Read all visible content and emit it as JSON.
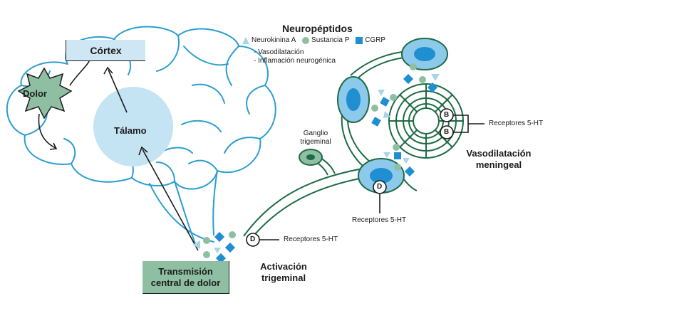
{
  "title": "Neuropéptidos",
  "legend": {
    "items": [
      {
        "label": "Neurokinina A",
        "icon": "triangle-icon",
        "color": "#a8d4e8"
      },
      {
        "label": "Sustancia P",
        "icon": "circle-icon",
        "color": "#8fbfa3"
      },
      {
        "label": "CGRP",
        "icon": "square-icon",
        "color": "#1f8fd1"
      }
    ],
    "effects": [
      "- Vasodilatación",
      "- Inflamación neurogénica"
    ]
  },
  "brain": {
    "cortex_label": "Córtex",
    "thalamus_label": "Tálamo",
    "pain_label": "Dolor",
    "central_transmission_label": "Transmisión central de dolor"
  },
  "nerve": {
    "ganglion_label": "Ganglio trigeminal",
    "receptor_label_left": "Receptores 5-HT",
    "receptor_label_bottom": "Receptores 5-HT",
    "receptor_label_right": "Receptores 5-HT",
    "activation_label": "Activación trigeminal",
    "vasodilation_label": "Vasodilatación meningeal",
    "receptor_letter_d": "D",
    "receptor_letter_b": "B"
  },
  "colors": {
    "brain_outline": "#2c9ecf",
    "nerve": "#1e6b45",
    "cell_fill": "#8cc9ea",
    "cell_nucleus": "#1f8fd1",
    "box_fill": "#cfe7f4",
    "box_green": "#8fbfa3",
    "thalamus_fill": "#c4e3f3"
  }
}
